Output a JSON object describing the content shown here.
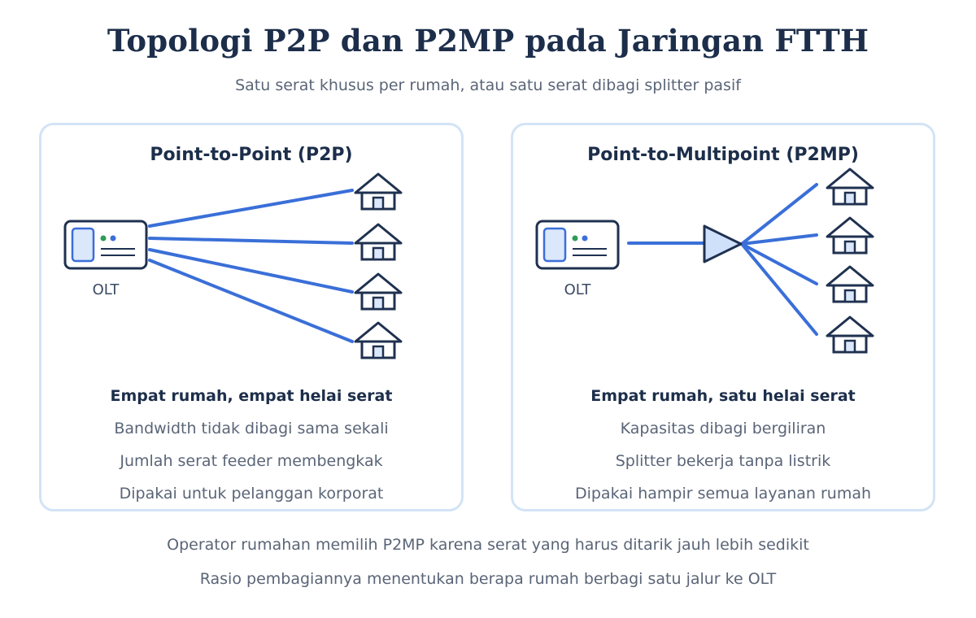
{
  "title": "Topologi P2P dan P2MP pada Jaringan FTTH",
  "subtitle": "Satu serat khusus per rumah, atau satu serat dibagi splitter pasif",
  "colors": {
    "fiber": "#3a6fd8",
    "outline": "#1f3150",
    "panel_border": "#d3e3f6",
    "olt_screen": "#dbe7fb",
    "led_green": "#2e9c57",
    "led_blue": "#3a6fd8",
    "splitter_fill": "#cfe0fa"
  },
  "p2p": {
    "title": "Point-to-Point (P2P)",
    "olt_label": "OLT",
    "houses": 4,
    "fibers": 4,
    "notes": {
      "heading": "Empat rumah, empat helai serat",
      "items": [
        "Bandwidth tidak dibagi sama sekali",
        "Jumlah serat feeder membengkak",
        "Dipakai untuk pelanggan korporat"
      ]
    }
  },
  "p2mp": {
    "title": "Point-to-Multipoint (P2MP)",
    "olt_label": "OLT",
    "houses": 4,
    "fibers": 1,
    "notes": {
      "heading": "Empat rumah, satu helai serat",
      "items": [
        "Kapasitas dibagi bergiliran",
        "Splitter bekerja tanpa listrik",
        "Dipakai hampir semua layanan rumah"
      ]
    }
  },
  "footer": {
    "line1": "Operator rumahan memilih P2MP karena serat yang harus ditarik jauh lebih sedikit",
    "line2": "Rasio pembagiannya menentukan berapa rumah berbagi satu jalur ke OLT"
  }
}
